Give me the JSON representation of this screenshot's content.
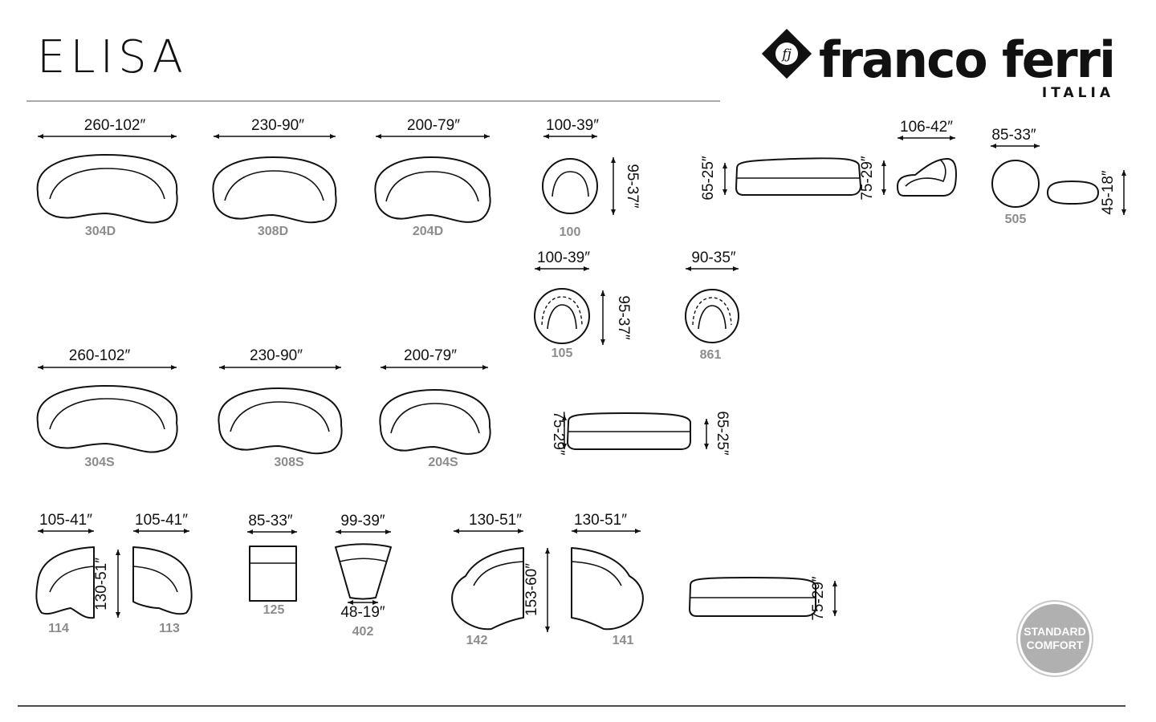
{
  "header": {
    "title": "ELISA",
    "brand_name": "franco ferri",
    "brand_sub": "ITALIA",
    "logo_monogram": "fj"
  },
  "badge": {
    "line1": "STANDARD",
    "line2": "COMFORT"
  },
  "row1": {
    "w304d": "260-102″",
    "c304d": "304D",
    "w308d": "230-90″",
    "c308d": "308D",
    "w204d": "200-79″",
    "c204d": "204D",
    "w100": "100-39″",
    "h100": "95-37″",
    "c100": "100",
    "side_h1": "65-25″",
    "side_h2": "75-29″",
    "w_chair": "106-42″",
    "w505": "85-33″",
    "c505": "505",
    "h505": "45-18″"
  },
  "row2": {
    "w105": "100-39″",
    "h105": "95-37″",
    "c105": "105",
    "w861": "90-35″",
    "c861": "861"
  },
  "row3": {
    "w304s": "260-102″",
    "c304s": "304S",
    "w308s": "230-90″",
    "c308s": "308S",
    "w204s": "200-79″",
    "c204s": "204S",
    "side_h1": "75-29″",
    "side_h2": "65-25″"
  },
  "row4": {
    "w114": "105-41″",
    "c114": "114",
    "w113": "105-41″",
    "c113": "113",
    "h_113_114": "130-51″",
    "w125": "85-33″",
    "c125": "125",
    "w402": "99-39″",
    "w402b": "48-19″",
    "c402": "402",
    "w142": "130-51″",
    "c142": "142",
    "w141": "130-51″",
    "c141": "141",
    "h_141_142": "153-60″",
    "side_h": "75-29″"
  }
}
